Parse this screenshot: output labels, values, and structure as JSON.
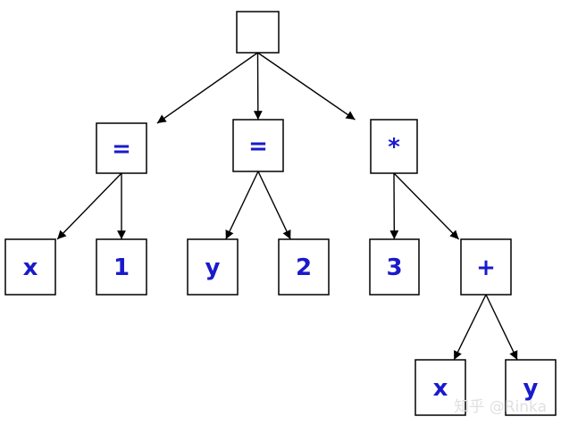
{
  "diagram": {
    "colors": {
      "label": "#1a1acc",
      "stroke": "#000000",
      "background": "#ffffff"
    },
    "nodes": [
      {
        "id": "root",
        "label": ""
      },
      {
        "id": "assign1",
        "label": "="
      },
      {
        "id": "assign2",
        "label": "="
      },
      {
        "id": "mul",
        "label": "*"
      },
      {
        "id": "x1",
        "label": "x"
      },
      {
        "id": "one",
        "label": "1"
      },
      {
        "id": "y1",
        "label": "y"
      },
      {
        "id": "two",
        "label": "2"
      },
      {
        "id": "three",
        "label": "3"
      },
      {
        "id": "plus",
        "label": "+"
      },
      {
        "id": "x2",
        "label": "x"
      },
      {
        "id": "y2",
        "label": "y"
      }
    ],
    "edges": [
      [
        "root",
        "assign1"
      ],
      [
        "root",
        "assign2"
      ],
      [
        "root",
        "mul"
      ],
      [
        "assign1",
        "x1"
      ],
      [
        "assign1",
        "one"
      ],
      [
        "assign2",
        "y1"
      ],
      [
        "assign2",
        "two"
      ],
      [
        "mul",
        "three"
      ],
      [
        "mul",
        "plus"
      ],
      [
        "plus",
        "x2"
      ],
      [
        "plus",
        "y2"
      ]
    ]
  },
  "watermark": "知乎 @Rinka"
}
